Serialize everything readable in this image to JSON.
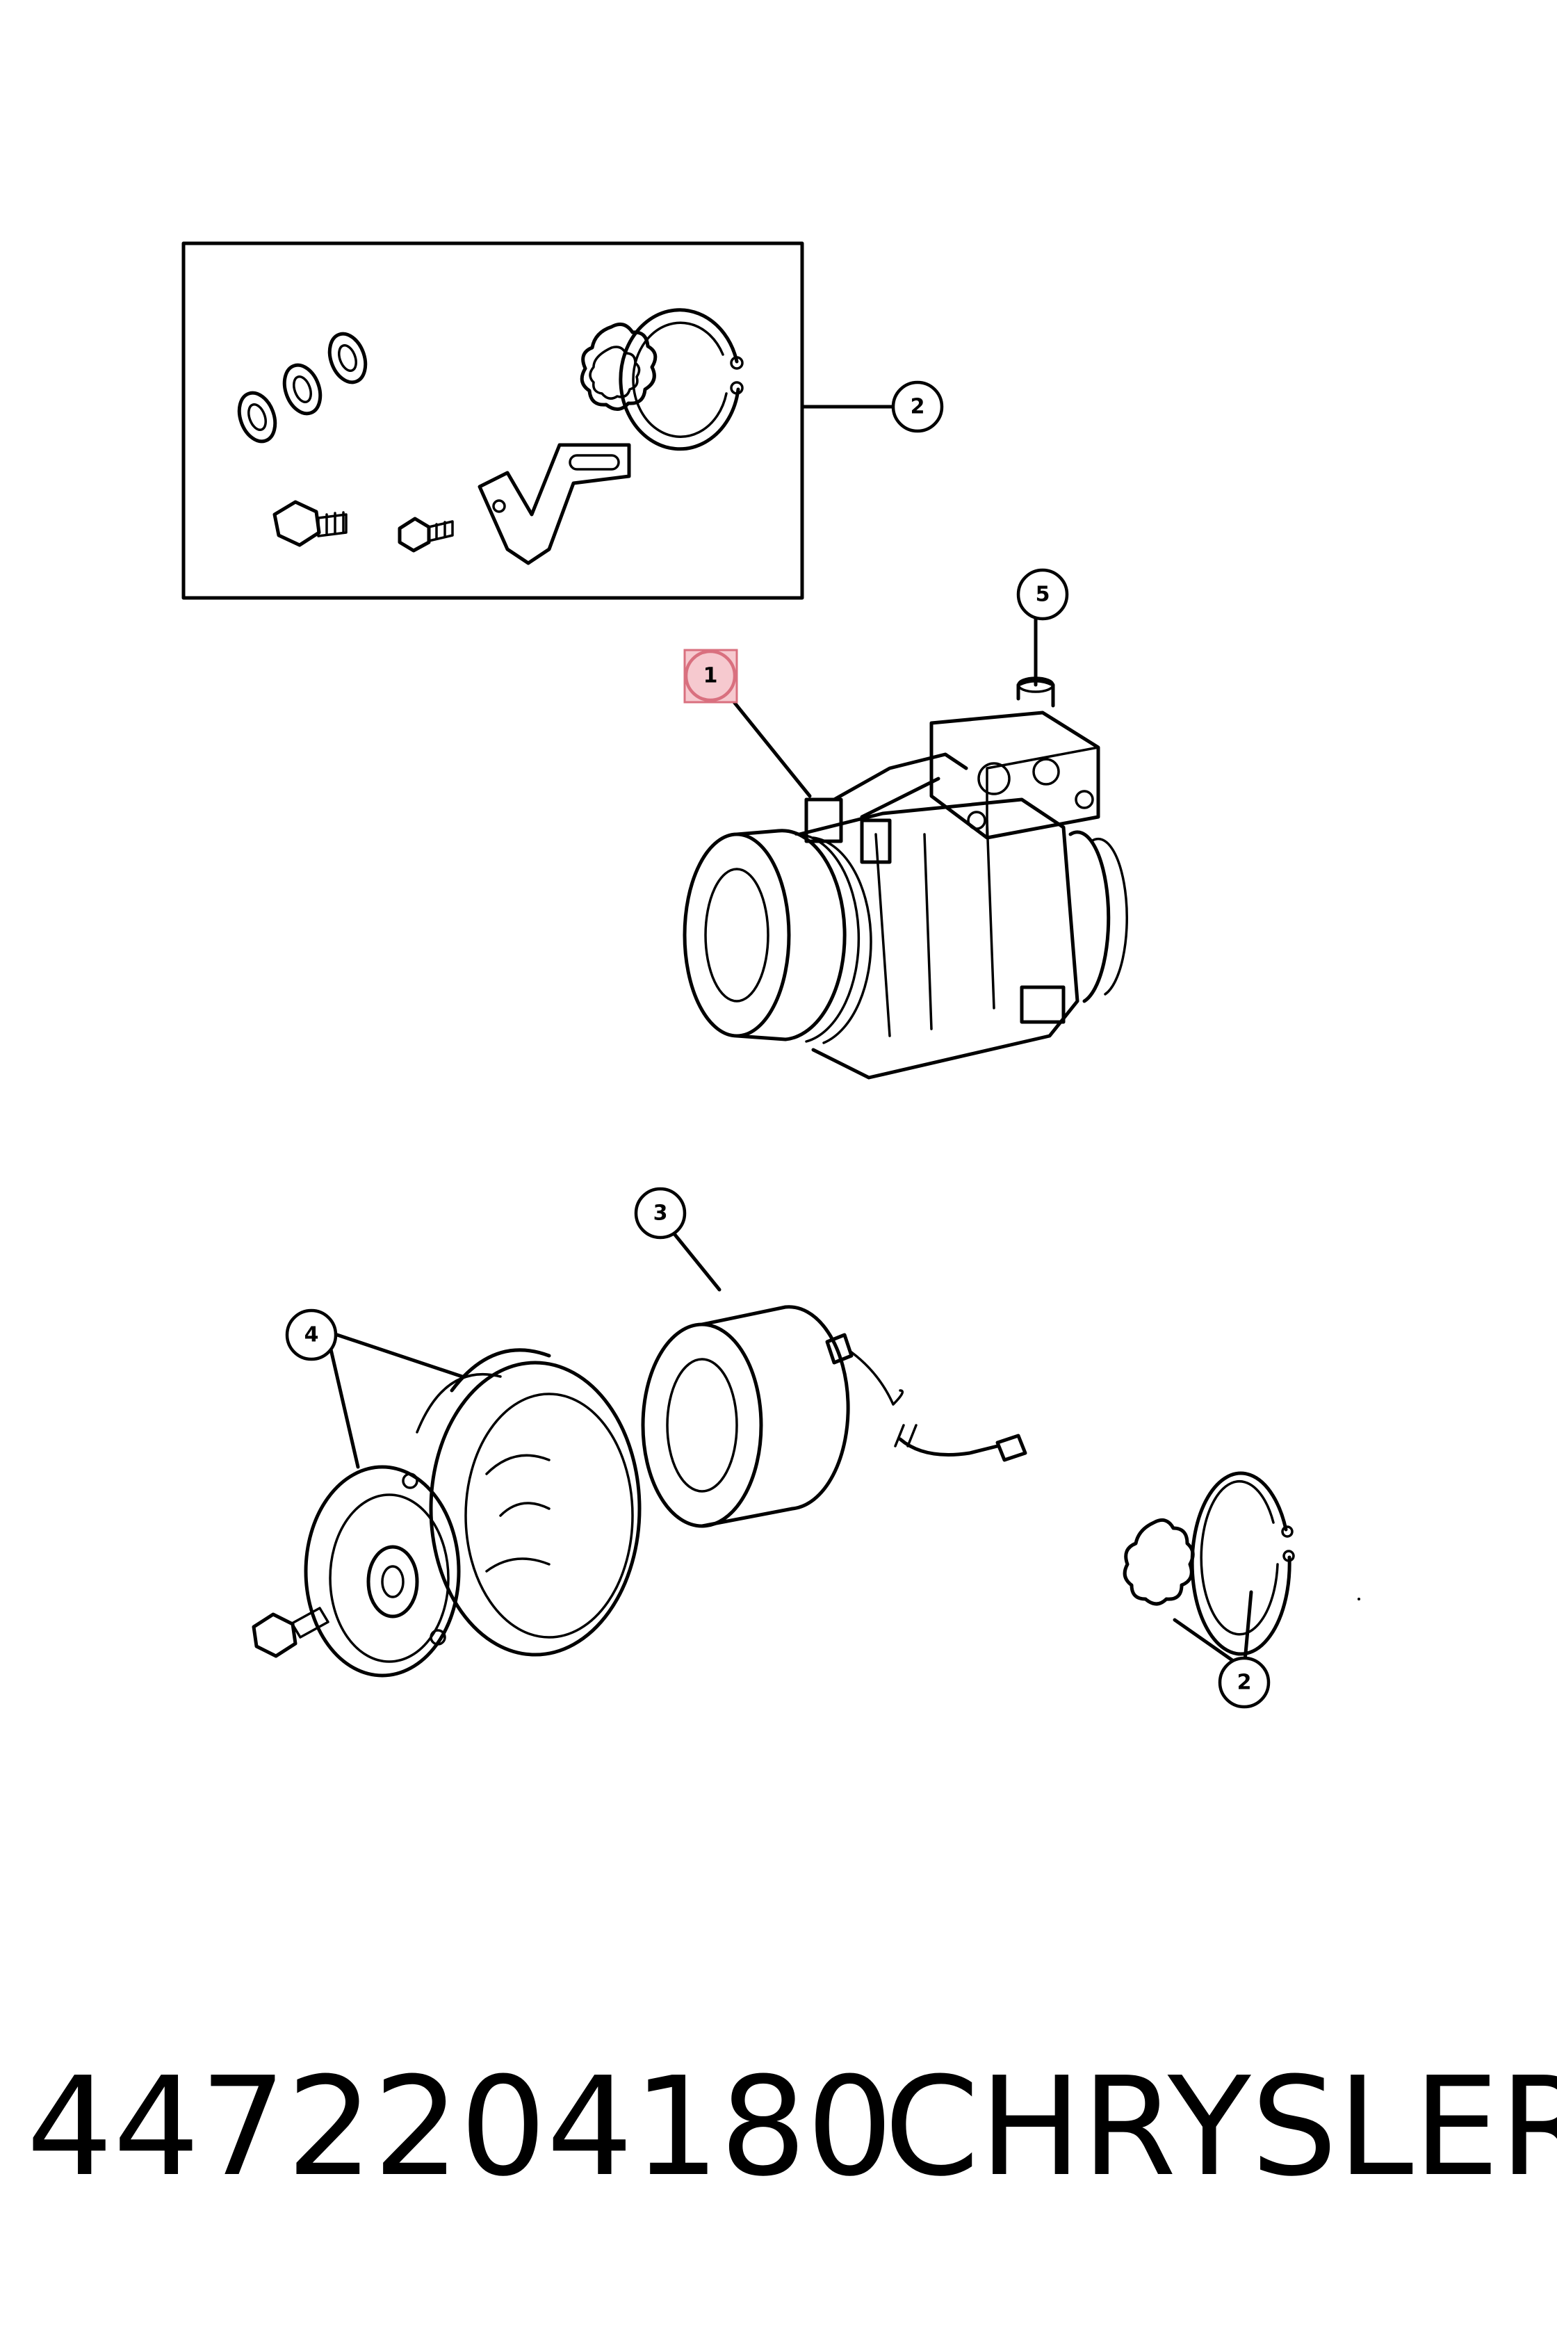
{
  "diagram": {
    "callouts": [
      {
        "id": "callout-2-kit",
        "label": "2"
      },
      {
        "id": "callout-5",
        "label": "5"
      },
      {
        "id": "callout-1",
        "label": "1",
        "highlighted": true
      },
      {
        "id": "callout-3",
        "label": "3"
      },
      {
        "id": "callout-4",
        "label": "4"
      },
      {
        "id": "callout-2-lower",
        "label": "2"
      }
    ],
    "highlight_color": "#f6c9cf"
  },
  "footer": {
    "part_number": "4472204180",
    "brand": "CHRYSLER"
  }
}
